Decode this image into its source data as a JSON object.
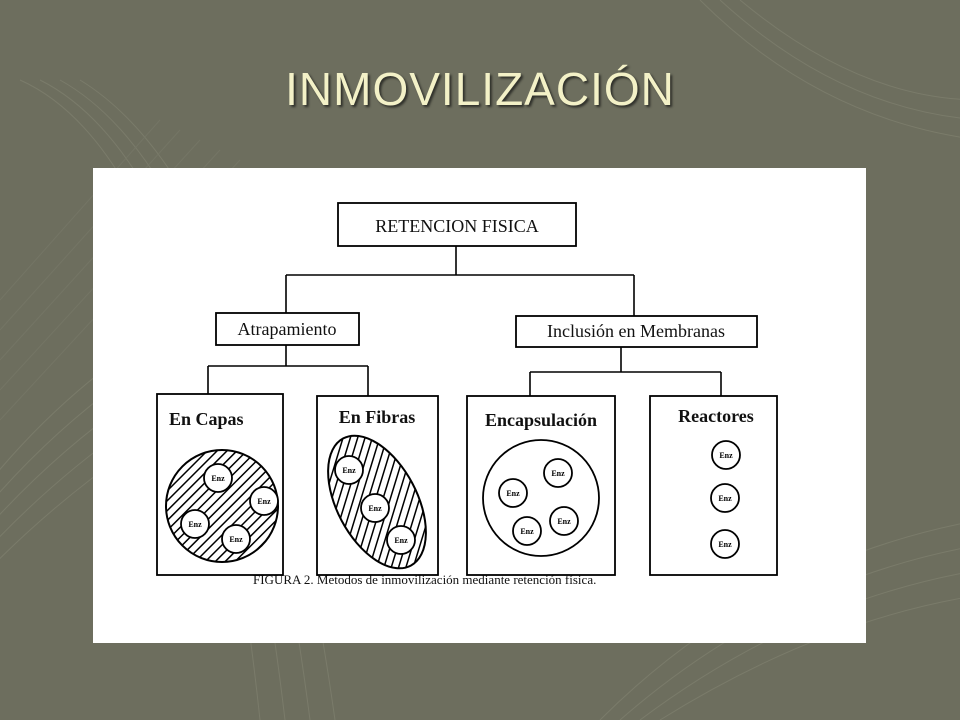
{
  "slide": {
    "title": "INMOVILIZACIÓN"
  },
  "diagram": {
    "root": "RETENCION FISICA",
    "branch_left": "Atrapamiento",
    "branch_right": "Inclusión en Membranas",
    "leaves": {
      "capas": "En Capas",
      "fibras": "En Fibras",
      "encapsulacion": "Encapsulación",
      "reactores": "Reactores"
    },
    "enzyme_label": "Enz",
    "caption": "FIGURA 2. Metodos de inmovilización mediante retención física."
  },
  "colors": {
    "background": "#6d6e5e",
    "title": "#f3f1c7",
    "panel": "#ffffff",
    "ink": "#111111"
  }
}
